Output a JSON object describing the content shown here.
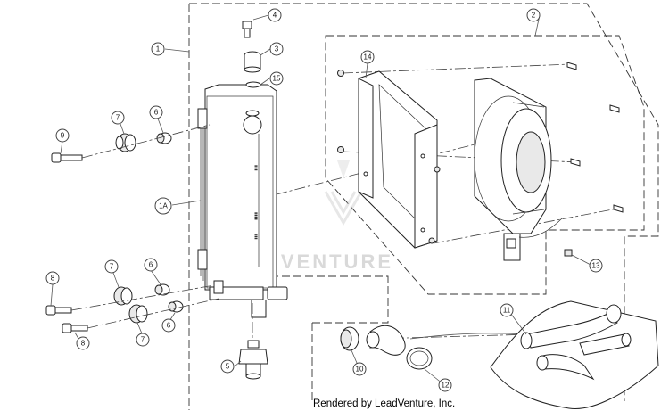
{
  "watermark": "LEADVENTURE",
  "footer": "Rendered by LeadVenture, Inc.",
  "callouts": {
    "c1": "1",
    "c1a": "1A",
    "c2": "2",
    "c3": "3",
    "c4": "4",
    "c5": "5",
    "c6a": "6",
    "c6b": "6",
    "c6c": "6",
    "c7a": "7",
    "c7b": "7",
    "c7c": "7",
    "c8a": "8",
    "c8b": "8",
    "c9": "9",
    "c10": "10",
    "c11": "11",
    "c12": "12",
    "c13": "13",
    "c14": "14",
    "c15": "15"
  }
}
